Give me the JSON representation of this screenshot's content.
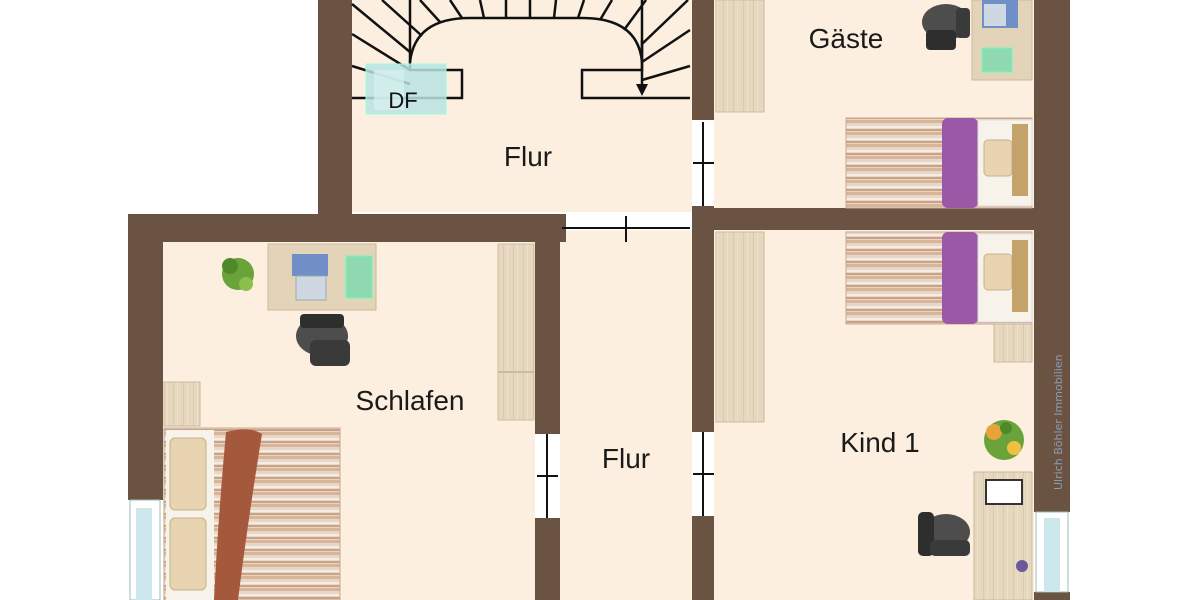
{
  "rooms": {
    "flur_top": "Flur",
    "gaeste": "Gäste",
    "schlafen": "Schlafen",
    "flur_center": "Flur",
    "kind1": "Kind 1"
  },
  "stair_window_label": "DF",
  "watermark": "Ulrich Böhler Immobilien",
  "colors": {
    "wall": "#6b5344",
    "floor": "#fcefe0",
    "wardrobe": "#e6d7bf",
    "desk": "#e3d3b8",
    "bedspread_purple": "#9a58a6",
    "bedspread_brown": "#a4583c",
    "window": "#cde8ec",
    "chair": "#4d4d4d",
    "plant": "#6aa33a"
  },
  "icons": [
    "staircase-icon",
    "roof-window-icon",
    "bed-icon",
    "desk-icon",
    "office-chair-icon",
    "laptop-icon",
    "plant-icon",
    "wardrobe-icon",
    "door-icon",
    "window-icon"
  ]
}
